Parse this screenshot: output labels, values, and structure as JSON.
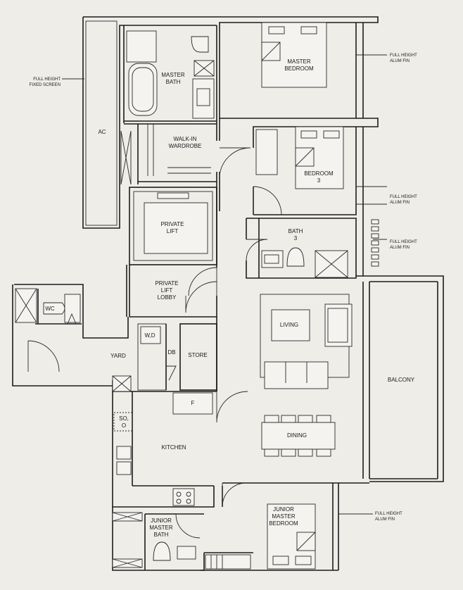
{
  "rooms": {
    "master_bath": [
      "MASTER",
      "BATH"
    ],
    "master_bedroom": [
      "MASTER",
      "BEDROOM"
    ],
    "ac": "AC",
    "walk_in": [
      "WALK-IN",
      "WARDROBE"
    ],
    "bedroom3": [
      "BEDROOM",
      "3"
    ],
    "private_lift": [
      "PRIVATE",
      "LIFT"
    ],
    "bath3": [
      "BATH",
      "3"
    ],
    "lift_lobby": [
      "PRIVATE",
      "LIFT",
      "LOBBY"
    ],
    "wc": "WC",
    "wd": "W,D",
    "db": "DB",
    "store": "STORE",
    "yard": "YARD",
    "living": "LIVING",
    "balcony": "BALCONY",
    "fridge": "F",
    "so": [
      "SO,",
      "O"
    ],
    "kitchen": "KITCHEN",
    "dining": "DINING",
    "jr_master_bath": [
      "JUNIOR",
      "MASTER",
      "BATH"
    ],
    "jr_master_bedroom": [
      "JUNIOR",
      "MASTER",
      "BEDROOM"
    ]
  },
  "notes": {
    "fixed_screen": [
      "FULL HEIGHT",
      "FIXED SCREEN"
    ],
    "fin": [
      "FULL HEIGHT",
      "ALUM FIN"
    ]
  }
}
